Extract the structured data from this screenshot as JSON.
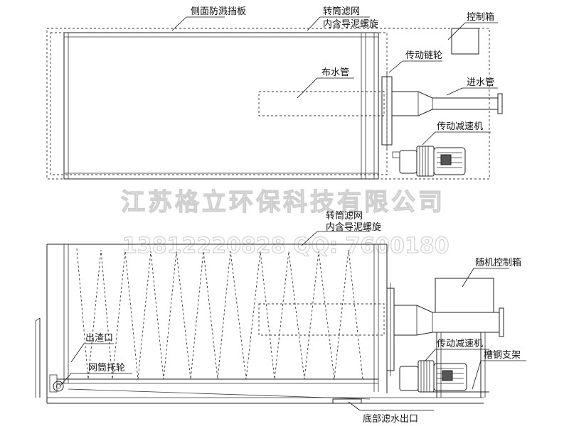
{
  "top_view": {
    "labels": {
      "side_baffle": "侧面防溅挡板",
      "drum_screen_1": "转筒滤网",
      "drum_screen_2": "内含导泥螺旋",
      "control_box": "控制箱",
      "drive_sprocket": "传动链轮",
      "water_distribution_pipe": "布水管",
      "inlet_pipe": "进水管",
      "gear_motor": "传动减速机"
    }
  },
  "watermark": {
    "company": "江苏格立环保科技有限公司",
    "phone_qq": "13812220828  QQ: 7600180"
  },
  "side_view": {
    "labels": {
      "drum_screen_1": "转筒滤网",
      "drum_screen_2": "内含导泥螺旋",
      "onboard_control_box": "随机控制箱",
      "slag_outlet": "出渣口",
      "gear_motor": "传动减速机",
      "channel_steel_support": "槽钢支架",
      "drum_support_roller": "网筒托轮",
      "bottom_filtrate_outlet": "底部滤水出口"
    }
  }
}
